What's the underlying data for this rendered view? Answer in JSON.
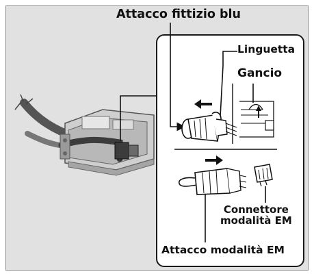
{
  "labels": {
    "fittizio": "Attacco fittizio blu",
    "linguetta": "Linguetta",
    "gancio": "Gancio",
    "connettore_line1": "Connettore",
    "connettore_line2": "modalità EM",
    "attacco": "Attacco modalità EM"
  },
  "colors": {
    "background": "#e1e1e1",
    "callout_fill": "#ffffff",
    "outline": "#1a1a1a",
    "component_dark": "#3c3c3c",
    "component_mid": "#9a9a9a",
    "component_light": "#cfcfcf"
  },
  "icons": [
    "arrow-left-icon",
    "arrow-right-icon",
    "arrow-up-icon"
  ]
}
